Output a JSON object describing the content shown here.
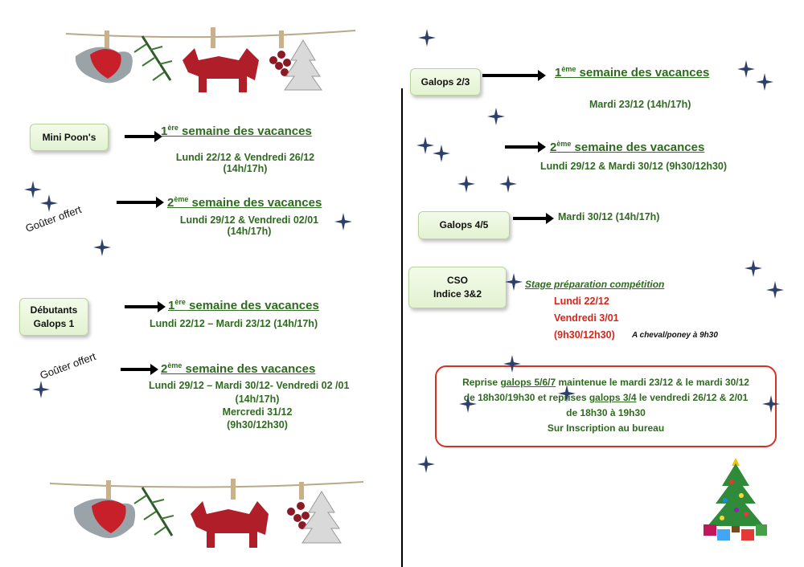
{
  "left": {
    "mini": {
      "box": "Mini Poon's",
      "w1_sup": "ère",
      "w1_rest": " semaine des vacances",
      "w1_dates1": "Lundi 22/12 & Vendredi 26/12",
      "w1_dates2": "(14h/17h)",
      "w2_sup": "ème",
      "w2_rest": " semaine des vacances",
      "w2_dates1": "Lundi 29/12 & Vendredi 02/01",
      "w2_dates2": "(14h/17h)",
      "snack": "Goûter offert"
    },
    "debutants": {
      "box_l1": "Débutants",
      "box_l2": "Galops 1",
      "w1_sup": "ère",
      "w1_rest": " semaine des vacances",
      "w1_dates": "Lundi 22/12 – Mardi 23/12 (14h/17h)",
      "w2_sup": "ème",
      "w2_rest": " semaine des vacances",
      "w2_dates1": "Lundi 29/12 – Mardi 30/12- Vendredi 02 /01",
      "w2_dates2": "(14h/17h)",
      "w2_dates3": "Mercredi 31/12",
      "w2_dates4": "(9h30/12h30)",
      "snack": "Goûter offert"
    }
  },
  "right": {
    "g23": {
      "box": "Galops 2/3",
      "w1_sup": "ème",
      "w1_rest": " semaine des vacances",
      "w1_dates": "Mardi 23/12 (14h/17h)",
      "w2_sup": "ème",
      "w2_rest": " semaine des vacances",
      "w2_dates": "Lundi 29/12 & Mardi 30/12 (9h30/12h30)"
    },
    "g45": {
      "box": "Galops 4/5",
      "dates": "Mardi 30/12 (14h/17h)"
    },
    "cso": {
      "box_l1": "CSO",
      "box_l2": "Indice 3&2",
      "title": "Stage préparation compétition",
      "d1": "Lundi 22/12",
      "d2": "Vendredi 3/01",
      "d3": "(9h30/12h30)",
      "note": "A cheval/poney à 9h30"
    },
    "reprise": {
      "p1": "Reprise ",
      "u1": "galops 5/6/7",
      "p2": " maintenue le mardi 23/12 & le mardi 30/12",
      "p3": "de 18h30/19h30 et reprises ",
      "u2": "galops 3/4",
      "p4": " le vendredi 26/12 & 2/01",
      "p5": "de 18h30 à 19h30",
      "p6": "Sur Inscription au bureau"
    }
  },
  "colors": {
    "green": "#2e6b1f",
    "red": "#d4261c",
    "star": "#2d3f6b"
  },
  "icons": [
    "star-icon",
    "arrow-icon",
    "garland-decoration",
    "christmas-tree-icon"
  ]
}
